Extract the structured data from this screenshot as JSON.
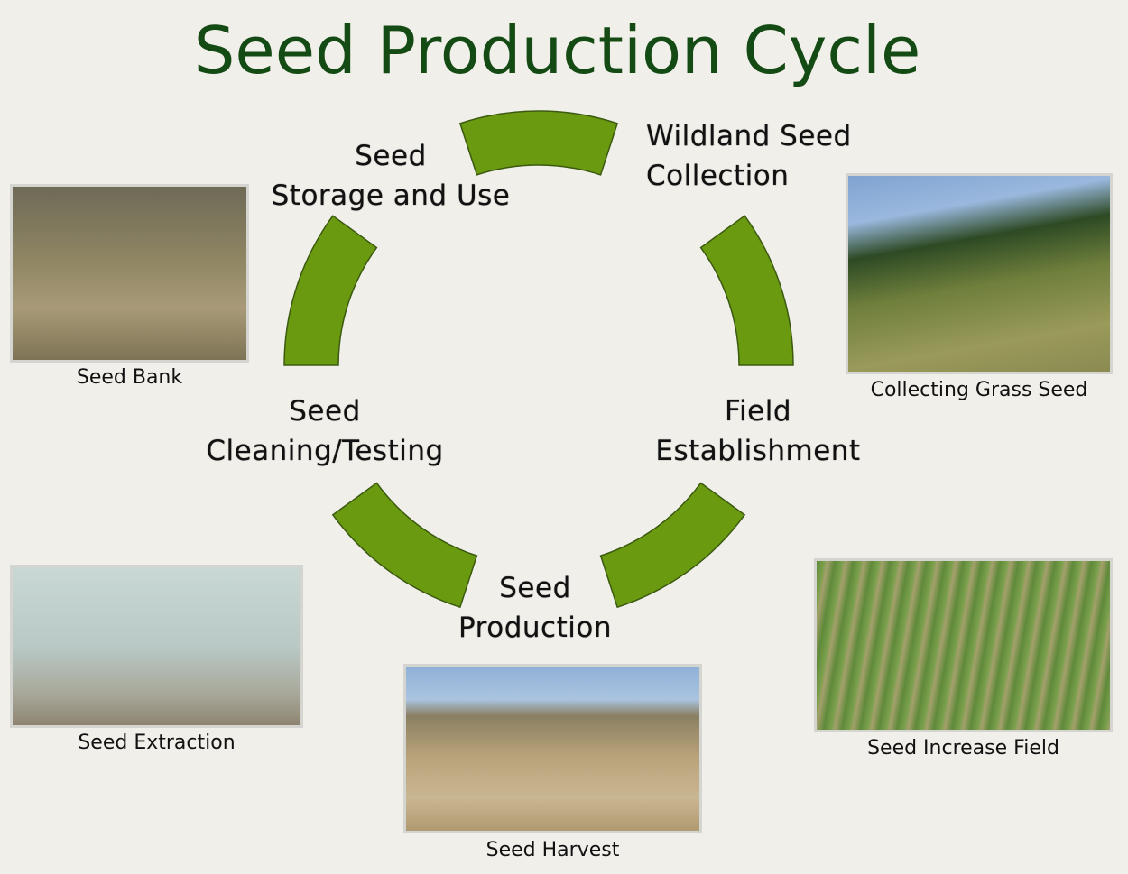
{
  "title": "Seed Production Cycle",
  "colors": {
    "arc": "#6a9a10",
    "arc_stroke": "#3b5a10",
    "title": "#144a14",
    "background": "#f1efe9"
  },
  "stages": [
    {
      "line1": "Wildland Seed",
      "line2": "Collection"
    },
    {
      "line1": "Field",
      "line2": "Establishment"
    },
    {
      "line1": "Seed",
      "line2": "Production"
    },
    {
      "line1": "Seed",
      "line2": "Cleaning/Testing"
    },
    {
      "line1": "Seed",
      "line2": "Storage and Use"
    }
  ],
  "photos": [
    {
      "caption": "Seed Bank"
    },
    {
      "caption": "Collecting Grass Seed"
    },
    {
      "caption": "Seed Extraction"
    },
    {
      "caption": "Seed Harvest"
    },
    {
      "caption": "Seed Increase Field"
    }
  ]
}
